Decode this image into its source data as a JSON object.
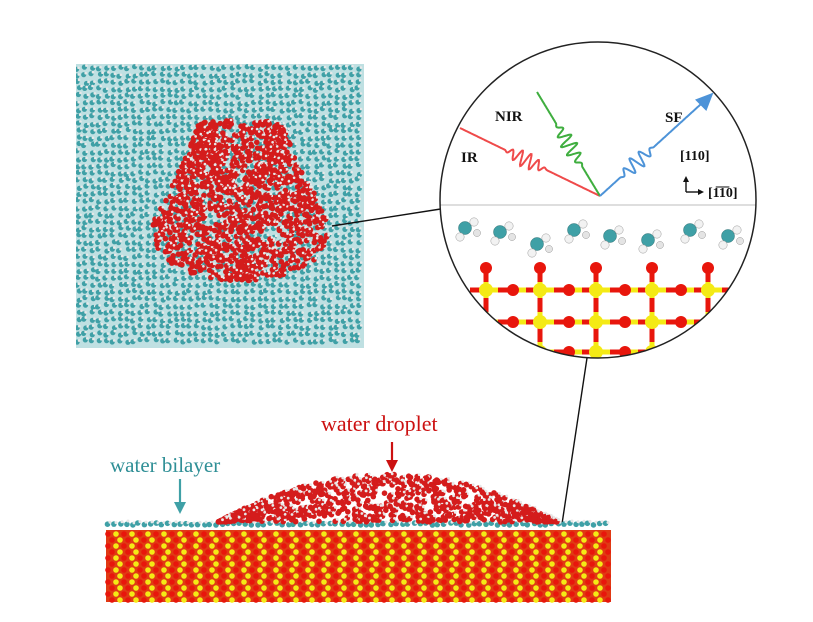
{
  "labels": {
    "water_droplet": "water droplet",
    "water_bilayer": "water bilayer",
    "ir": "IR",
    "nir": "NIR",
    "sf": "SF",
    "dir_110": "[110]",
    "dir_1_1bar_0": "[1̅1̅0]"
  },
  "colors": {
    "water_oxygen": "#d41c1c",
    "water_bilayer": "#3fa0a6",
    "hydrogen": "#e8e8e8",
    "substrate_oxygen": "#e8160c",
    "substrate_metal": "#f4ea15",
    "ir_beam": "#ef4a4a",
    "nir_beam": "#3fae3f",
    "sf_beam": "#4d93d8",
    "droplet_label": "#cc1111",
    "bilayer_label": "#2f8f96"
  }
}
